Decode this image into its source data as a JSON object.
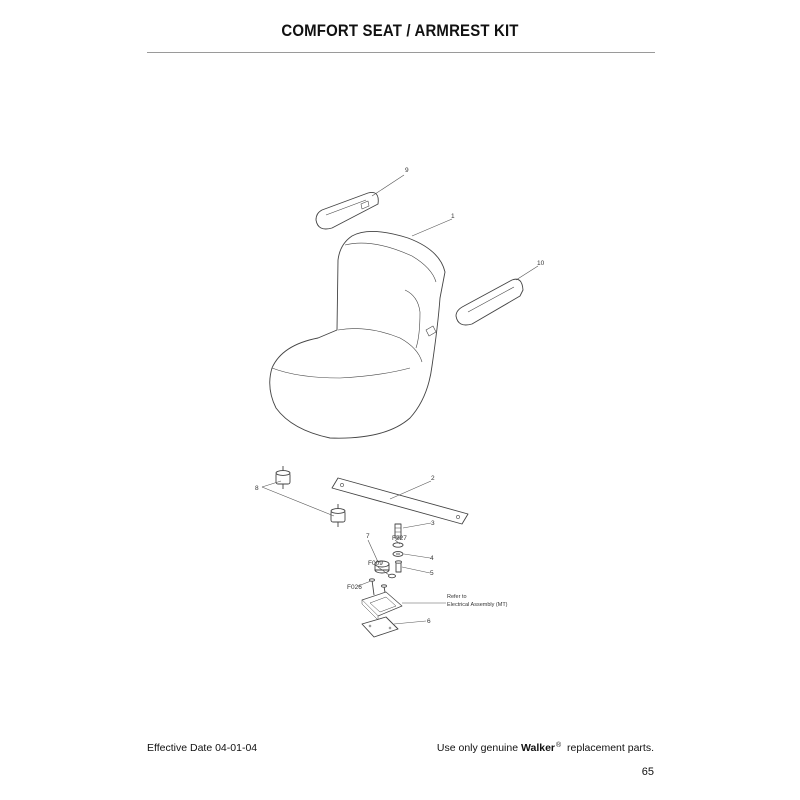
{
  "header": {
    "title": "COMFORT SEAT / ARMREST KIT"
  },
  "callouts": {
    "c1": "1",
    "c2": "2",
    "c3": "3",
    "c4": "4",
    "c5": "5",
    "c6": "6",
    "c7": "7",
    "c8": "8",
    "c9": "9",
    "c10": "10",
    "f227": "F227",
    "f009": "F009",
    "f026": "F026"
  },
  "note": {
    "line1": "Refer to",
    "line2": "Electrical Assembly (MT)"
  },
  "footer": {
    "effective_date": "Effective Date 04-01-04",
    "notice_prefix": "Use only genuine",
    "brand": "Walker",
    "registered": "®",
    "notice_suffix": "replacement parts.",
    "page_number": "65"
  }
}
